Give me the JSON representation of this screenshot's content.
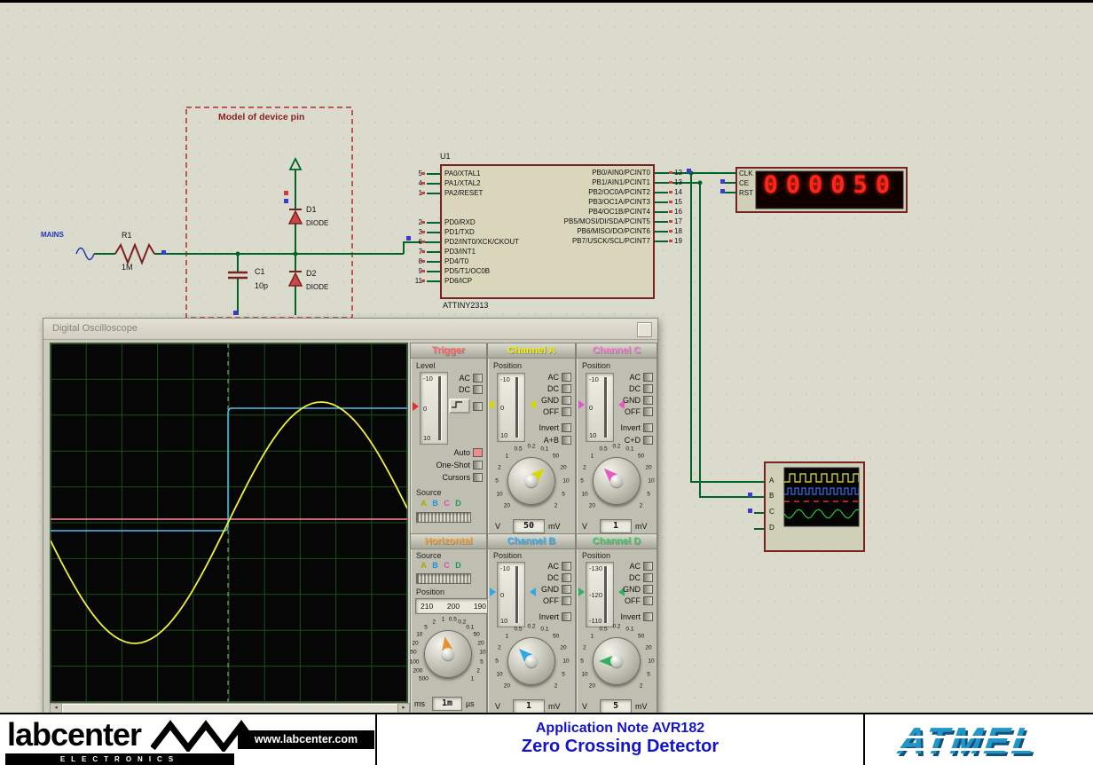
{
  "footer": {
    "logo_main": "labcenter",
    "logo_sub": "ELECTRONICS",
    "website": "www.labcenter.com",
    "app_note": "Application Note AVR182",
    "app_title": "Zero Crossing Detector",
    "brand": "ATMEL"
  },
  "schematic": {
    "model_box_label": "Model of device pin",
    "mains_label": "MAINS",
    "r1_ref": "R1",
    "r1_value": "1M",
    "c1_ref": "C1",
    "c1_value": "10p",
    "d1_ref": "D1",
    "d1_value": "DIODE",
    "d2_ref": "D2",
    "d2_value": "DIODE",
    "u1_ref": "U1",
    "u1_part": "ATTINY2313",
    "u1_left_pins": [
      {
        "num": "5",
        "name": "PA0/XTAL1"
      },
      {
        "num": "4",
        "name": "PA1/XTAL2"
      },
      {
        "num": "1",
        "name": "PA2/RESET"
      },
      {
        "num": "2",
        "name": "PD0/RXD"
      },
      {
        "num": "3",
        "name": "PD1/TXD"
      },
      {
        "num": "6",
        "name": "PD2/INT0/XCK/CKOUT"
      },
      {
        "num": "7",
        "name": "PD3/INT1"
      },
      {
        "num": "8",
        "name": "PD4/T0"
      },
      {
        "num": "9",
        "name": "PD5/T1/OC0B"
      },
      {
        "num": "11",
        "name": "PD6/ICP"
      }
    ],
    "u1_right_pins": [
      {
        "num": "12",
        "name": "PB0/AIN0/PCINT0"
      },
      {
        "num": "13",
        "name": "PB1/AIN1/PCINT1"
      },
      {
        "num": "14",
        "name": "PB2/OC0A/PCINT2"
      },
      {
        "num": "15",
        "name": "PB3/OC1A/PCINT3"
      },
      {
        "num": "16",
        "name": "PB4/OC1B/PCINT4"
      },
      {
        "num": "17",
        "name": "PB5/MOSI/DI/SDA/PCINT5"
      },
      {
        "num": "18",
        "name": "PB6/MISO/DO/PCINT6"
      },
      {
        "num": "19",
        "name": "PB7/USCK/SCL/PCINT7"
      }
    ],
    "display_value": "0000050",
    "display_ghost": "8888888",
    "display_pins": [
      "CLK",
      "CE",
      "RST"
    ],
    "graph_inputs": [
      "A",
      "B",
      "C",
      "D"
    ]
  },
  "oscilloscope": {
    "title": "Digital Oscilloscope",
    "colors": {
      "trace_a": "#F0F040",
      "trace_b": "#55BBEE",
      "trace_c": "#FF8898",
      "trace_d": "#30C040",
      "trigger": "#FF6B6B",
      "horizontal": "#F7A23C"
    },
    "trigger": {
      "label": "Trigger",
      "level_label": "Level",
      "ticks": [
        "-10",
        "0",
        "10"
      ],
      "ac": "AC",
      "dc": "DC",
      "auto": "Auto",
      "one_shot": "One-Shot",
      "cursors": "Cursors",
      "source_label": "Source",
      "sources": [
        "A",
        "B",
        "C",
        "D"
      ]
    },
    "horizontal": {
      "label": "Horizontal",
      "source_label": "Source",
      "sources": [
        "A",
        "B",
        "C",
        "D"
      ],
      "position_label": "Position",
      "position_scale": [
        "210",
        "200",
        "190"
      ],
      "dial": [
        "500",
        "200",
        "100",
        "50",
        "20",
        "10",
        "5",
        "2",
        "1",
        "0.5",
        "0.2",
        "0.1",
        "50",
        "20",
        "10",
        "5",
        "2",
        "1"
      ],
      "unit_left": "ms",
      "value": "1m",
      "unit_right": "µs"
    },
    "channel_a": {
      "label": "Channel A",
      "position_label": "Position",
      "ticks": [
        "-10",
        "0",
        "10"
      ],
      "ac": "AC",
      "dc": "DC",
      "gnd": "GND",
      "off": "OFF",
      "invert": "Invert",
      "sum": "A+B",
      "dial": [
        "20",
        "10",
        "5",
        "2",
        "1",
        "0.5",
        "0.2",
        "0.1",
        "50",
        "20",
        "10",
        "5",
        "2"
      ],
      "unit_left": "V",
      "value": "50",
      "unit_right": "mV"
    },
    "channel_b": {
      "label": "Channel B",
      "position_label": "Position",
      "ticks": [
        "-10",
        "0",
        "10"
      ],
      "ac": "AC",
      "dc": "DC",
      "gnd": "GND",
      "off": "OFF",
      "invert": "Invert",
      "dial": [
        "20",
        "10",
        "5",
        "2",
        "1",
        "0.5",
        "0.2",
        "0.1",
        "50",
        "20",
        "10",
        "5",
        "2"
      ],
      "unit_left": "V",
      "value": "1",
      "unit_right": "mV"
    },
    "channel_c": {
      "label": "Channel C",
      "position_label": "Position",
      "ticks": [
        "-10",
        "0",
        "10"
      ],
      "ac": "AC",
      "dc": "DC",
      "gnd": "GND",
      "off": "OFF",
      "invert": "Invert",
      "sum": "C+D",
      "dial": [
        "20",
        "10",
        "5",
        "2",
        "1",
        "0.5",
        "0.2",
        "0.1",
        "50",
        "20",
        "10",
        "5",
        "2"
      ],
      "unit_left": "V",
      "value": "1",
      "unit_right": "mV"
    },
    "channel_d": {
      "label": "Channel D",
      "position_label": "Position",
      "ticks": [
        "-130",
        "-120",
        "-110"
      ],
      "ac": "AC",
      "dc": "DC",
      "gnd": "GND",
      "off": "OFF",
      "invert": "Invert",
      "dial": [
        "20",
        "10",
        "5",
        "2",
        "1",
        "0.5",
        "0.2",
        "0.1",
        "50",
        "20",
        "10",
        "5",
        "2"
      ],
      "unit_left": "V",
      "value": "5",
      "unit_right": "mV"
    }
  }
}
